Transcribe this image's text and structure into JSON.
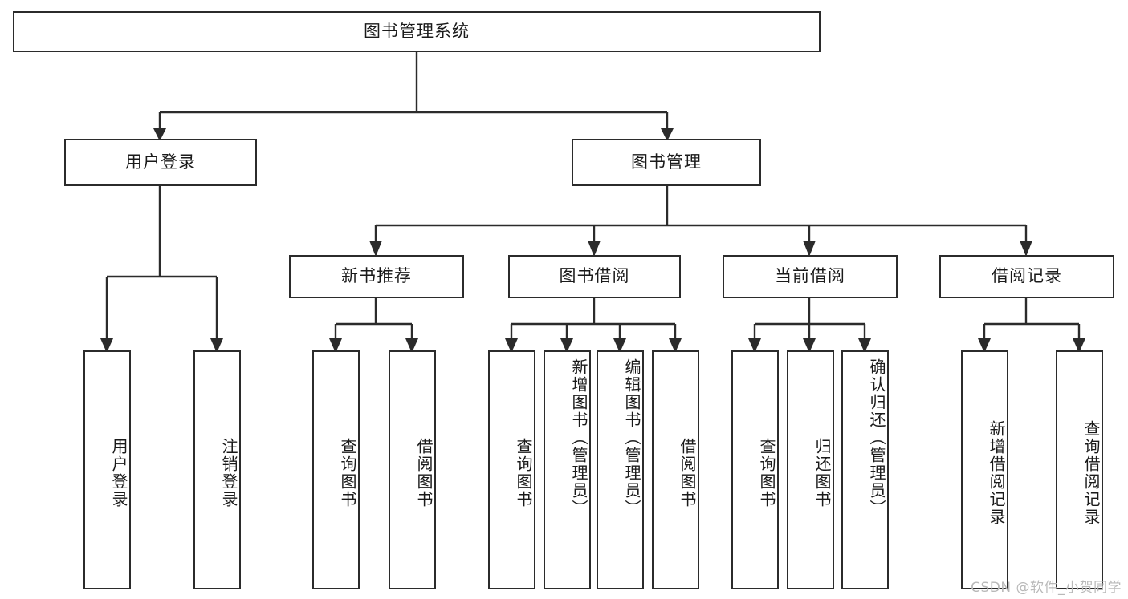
{
  "diagram": {
    "title": "图书管理系统",
    "type": "tree-hierarchy-chart",
    "watermark": "CSDN @软件_小贺同学",
    "root": {
      "label": "图书管理系统"
    },
    "level2": [
      {
        "label": "用户登录"
      },
      {
        "label": "图书管理"
      }
    ],
    "level3": [
      {
        "label": "新书推荐"
      },
      {
        "label": "图书借阅"
      },
      {
        "label": "当前借阅"
      },
      {
        "label": "借阅记录"
      }
    ],
    "leaves": {
      "user_login": [
        {
          "label": "用户登录"
        },
        {
          "label": "注销登录"
        }
      ],
      "new_book_recommend": [
        {
          "label": "查询图书"
        },
        {
          "label": "借阅图书"
        }
      ],
      "book_borrow": [
        {
          "label": "查询图书"
        },
        {
          "label": "新增图书（管理员）"
        },
        {
          "label": "编辑图书（管理员）"
        },
        {
          "label": "借阅图书"
        }
      ],
      "current_borrow": [
        {
          "label": "查询图书"
        },
        {
          "label": "归还图书"
        },
        {
          "label": "确认归还（管理员）"
        }
      ],
      "borrow_record": [
        {
          "label": "新增借阅记录"
        },
        {
          "label": "查询借阅记录"
        }
      ]
    },
    "colors": {
      "stroke": "#2b2b2b",
      "fill": "#ffffff",
      "text": "#1a1a1a",
      "watermark": "#b9b9b9"
    }
  }
}
